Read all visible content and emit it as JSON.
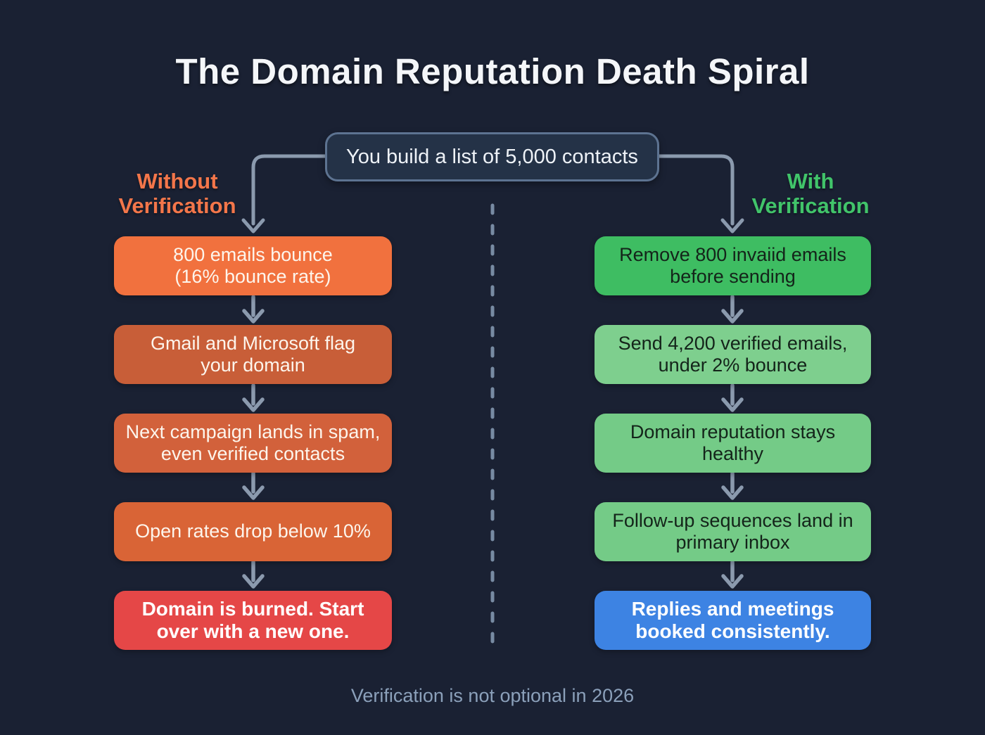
{
  "title": "The Domain Reputation Death Spiral",
  "root": {
    "label": "You build a list of 5,000 contacts"
  },
  "footer": "Verification is not optional in 2026",
  "colors": {
    "background": "#1a2133",
    "title": "#f4f6f9",
    "footer": "#8ba0ba",
    "arrow": "#8b9aae",
    "divider": "#8095ac",
    "root_bg": "#243247",
    "root_border": "#5d7391",
    "root_text": "#eef2f7"
  },
  "columns": [
    {
      "label": "Without\nVerification",
      "label_color": "#f3764a",
      "steps": [
        {
          "text": "800 emails bounce\n(16% bounce rate)",
          "bg": "#f1713e",
          "fg": "#fdf5ec"
        },
        {
          "text": "Gmail and Microsoft flag\nyour domain",
          "bg": "#c85e38",
          "fg": "#fdf5ec"
        },
        {
          "text": "Next campaign lands in spam,\neven verified contacts",
          "bg": "#d2613b",
          "fg": "#fdf5ec"
        },
        {
          "text": "Open rates drop below 10%",
          "bg": "#d96436",
          "fg": "#fdf5ec"
        },
        {
          "text": "Domain is burned. Start\nover with a new one.",
          "bg": "#e54747",
          "fg": "#ffffff"
        }
      ]
    },
    {
      "label": "With\nVerification",
      "label_color": "#41c46a",
      "steps": [
        {
          "text": "Remove 800 invaiid emails\nbefore sending",
          "bg": "#3ebd62",
          "fg": "#14241a"
        },
        {
          "text": "Send 4,200 verified emails,\nunder 2% bounce",
          "bg": "#7ecf8e",
          "fg": "#14241a"
        },
        {
          "text": "Domain reputation stays\nhealthy",
          "bg": "#74cb87",
          "fg": "#14241a"
        },
        {
          "text": "Follow-up sequences land in\nprimary inbox",
          "bg": "#74cb87",
          "fg": "#14241a"
        },
        {
          "text": "Replies and meetings\nbooked consistently.",
          "bg": "#3d83e3",
          "fg": "#ffffff"
        }
      ]
    }
  ]
}
